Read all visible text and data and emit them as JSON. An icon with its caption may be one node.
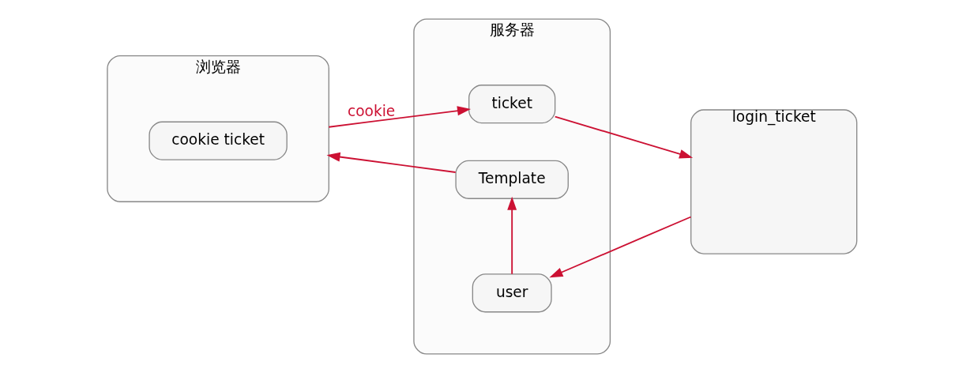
{
  "diagram": {
    "nodes": [
      {
        "text": [
          "浏览器"
        ]
      },
      {
        "text": [
          "cookie ticket"
        ],
        "in": 0
      },
      {
        "text": [
          "服务器"
        ]
      },
      {
        "text": [
          "ticket"
        ],
        "in": 2
      },
      {
        "text": [
          "user"
        ],
        "in": 2
      },
      {
        "text": [
          "Template"
        ],
        "in": 2
      },
      {
        "text": [
          "login_ticket"
        ]
      }
    ],
    "edges": [
      {
        "from": 0,
        "to": 3,
        "arrow": "to",
        "label": "cookie"
      },
      {
        "from": 3,
        "to": 6,
        "arrow": "to"
      },
      {
        "from": 6,
        "to": 4,
        "arrow": "to"
      },
      {
        "from": 4,
        "to": 5,
        "arrow": "to"
      },
      {
        "from": 5,
        "to": 0,
        "arrow": "to"
      }
    ]
  }
}
